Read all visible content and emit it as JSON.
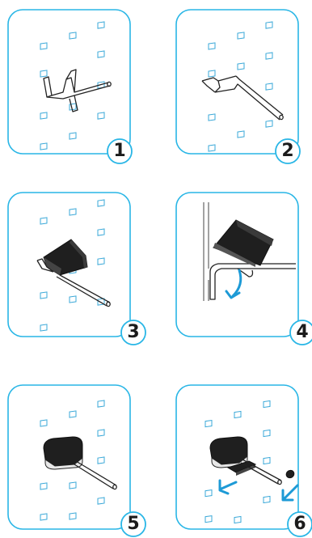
{
  "colors": {
    "frame": "#29b6e6",
    "pegHole": "#3aa8d8",
    "ink": "#222222",
    "dark": "#1f1f1f",
    "arrow": "#1d9ad6"
  },
  "steps": [
    {
      "number": "1"
    },
    {
      "number": "2"
    },
    {
      "number": "3"
    },
    {
      "number": "4"
    },
    {
      "number": "5"
    },
    {
      "number": "6"
    }
  ]
}
